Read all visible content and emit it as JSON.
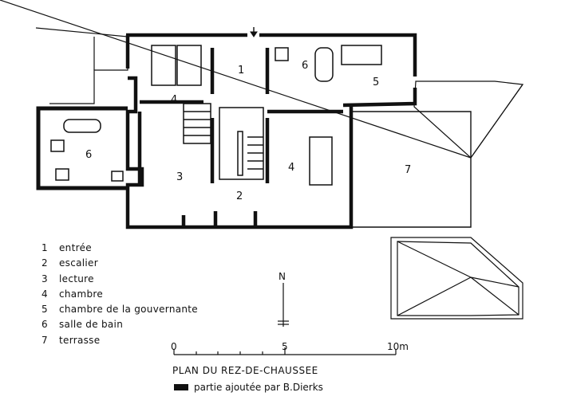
{
  "rooms_on_plan": [
    {
      "num": "1"
    },
    {
      "num": "2"
    },
    {
      "num": "3"
    },
    {
      "num": "4"
    },
    {
      "num": "4"
    },
    {
      "num": "5"
    },
    {
      "num": "6"
    },
    {
      "num": "6"
    },
    {
      "num": "7"
    }
  ],
  "legend": [
    {
      "num": "1",
      "label": "entrée"
    },
    {
      "num": "2",
      "label": "escalier"
    },
    {
      "num": "3",
      "label": "lecture"
    },
    {
      "num": "4",
      "label": "chambre"
    },
    {
      "num": "5",
      "label": "chambre de la gouvernante"
    },
    {
      "num": "6",
      "label": "salle de bain"
    },
    {
      "num": "7",
      "label": "terrasse"
    }
  ],
  "north_label": "N",
  "scale": {
    "labels": [
      "0",
      "5",
      "10m"
    ]
  },
  "title": "PLAN DU REZ-DE-CHAUSSEE",
  "addition_note": "partie ajoutée par B.Dierks",
  "colors": {
    "ink": "#111111",
    "background": "#ffffff"
  }
}
